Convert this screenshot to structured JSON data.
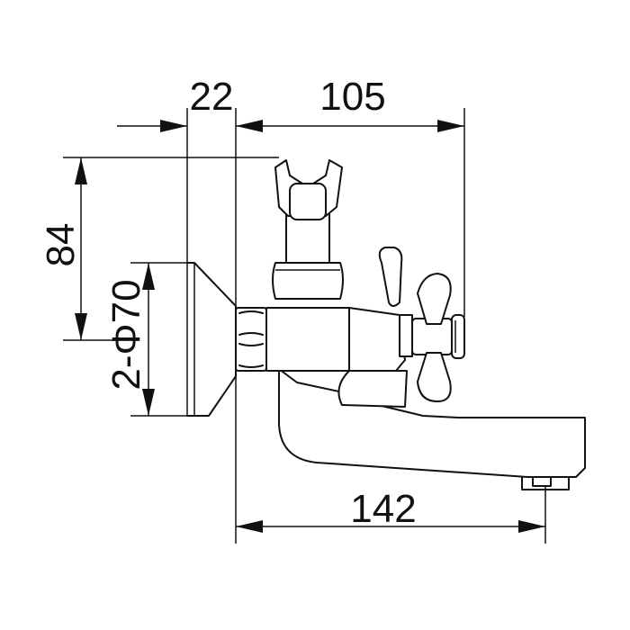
{
  "dimensions": {
    "wall_plate_thickness": "22",
    "handle_projection": "105",
    "vertical_height": "84",
    "connection_spec": "2-Φ70",
    "spout_reach": "142"
  }
}
